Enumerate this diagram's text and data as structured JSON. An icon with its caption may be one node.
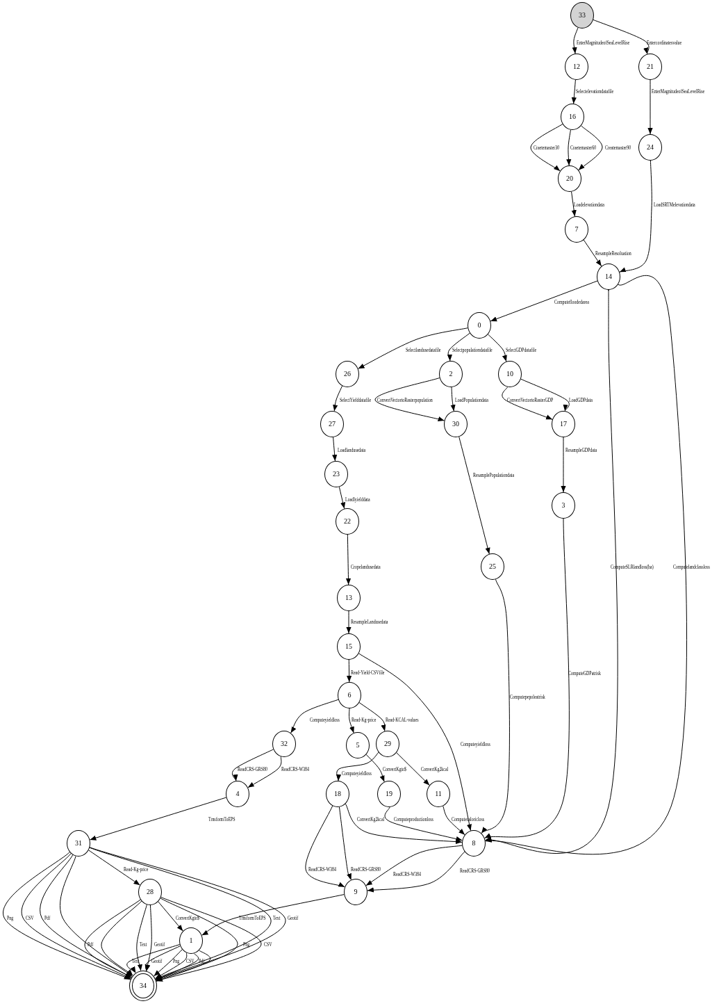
{
  "diagram": {
    "nodes": [
      {
        "text": [
          "33"
        ]
      },
      {
        "text": [
          "12"
        ]
      },
      {
        "text": [
          "21"
        ]
      },
      {
        "text": [
          "16"
        ]
      },
      {
        "text": [
          "24"
        ]
      },
      {
        "text": [
          "20"
        ]
      },
      {
        "text": [
          "7"
        ]
      },
      {
        "text": [
          "14"
        ]
      },
      {
        "text": [
          "0"
        ]
      },
      {
        "text": [
          "26"
        ]
      },
      {
        "text": [
          "2"
        ]
      },
      {
        "text": [
          "10"
        ]
      },
      {
        "text": [
          "27"
        ]
      },
      {
        "text": [
          "30"
        ]
      },
      {
        "text": [
          "17"
        ]
      },
      {
        "text": [
          "23"
        ]
      },
      {
        "text": [
          "3"
        ]
      },
      {
        "text": [
          "22"
        ]
      },
      {
        "text": [
          "25"
        ]
      },
      {
        "text": [
          "13"
        ]
      },
      {
        "text": [
          "15"
        ]
      },
      {
        "text": [
          "6"
        ]
      },
      {
        "text": [
          "32"
        ]
      },
      {
        "text": [
          "5"
        ]
      },
      {
        "text": [
          "29"
        ]
      },
      {
        "text": [
          "4"
        ]
      },
      {
        "text": [
          "18"
        ]
      },
      {
        "text": [
          "19"
        ]
      },
      {
        "text": [
          "11"
        ]
      },
      {
        "text": [
          "31"
        ]
      },
      {
        "text": [
          "8"
        ]
      },
      {
        "text": [
          "28"
        ]
      },
      {
        "text": [
          "9"
        ]
      },
      {
        "text": [
          "1"
        ]
      },
      {
        "text": [
          "34"
        ]
      }
    ],
    "edges": [
      {
        "from": 0,
        "to": 1,
        "arrow": "to",
        "label": "EnterMagnitudeofSeaLevelRise"
      },
      {
        "from": 0,
        "to": 2,
        "arrow": "to",
        "label": "Entercordinatesvalue"
      },
      {
        "from": 1,
        "to": 3,
        "arrow": "to",
        "label": "Selectelevationdatafile"
      },
      {
        "from": 2,
        "to": 4,
        "arrow": "to",
        "label": "EnterMagnitudeofSeaLevelRise"
      },
      {
        "from": 3,
        "to": 5,
        "arrow": "to",
        "label": "Craetemaster30"
      },
      {
        "from": 3,
        "to": 5,
        "arrow": "to",
        "label": "Craetemaster60"
      },
      {
        "from": 3,
        "to": 5,
        "arrow": "to",
        "label": "Createmaster90"
      },
      {
        "from": 5,
        "to": 6,
        "arrow": "to",
        "label": "Loadelevationdata"
      },
      {
        "from": 4,
        "to": 7,
        "arrow": "to",
        "label": "LoadSRTMelevationdata"
      },
      {
        "from": 6,
        "to": 7,
        "arrow": "to",
        "label": "ResampleResoluation"
      },
      {
        "from": 7,
        "to": 8,
        "arrow": "to",
        "label": "Computefloodedarea"
      },
      {
        "from": 8,
        "to": 9,
        "arrow": "to",
        "label": "Selectlandusedatafile"
      },
      {
        "from": 8,
        "to": 10,
        "arrow": "to",
        "label": "Selectpopulationdatafile"
      },
      {
        "from": 8,
        "to": 11,
        "arrow": "to",
        "label": "SelectGDPdatafile"
      },
      {
        "from": 9,
        "to": 12,
        "arrow": "to",
        "label": "SelectYielddatafile"
      },
      {
        "from": 10,
        "to": 13,
        "arrow": "to",
        "label": "ConvertVectortoRasterpopulation"
      },
      {
        "from": 10,
        "to": 13,
        "arrow": "to",
        "label": "LoadPopulationdata"
      },
      {
        "from": 11,
        "to": 14,
        "arrow": "to",
        "label": "ConvertVectortoRasterGDP"
      },
      {
        "from": 11,
        "to": 14,
        "arrow": "to",
        "label": "LoadGDPdata"
      },
      {
        "from": 12,
        "to": 15,
        "arrow": "to",
        "label": "Loadlandusedata"
      },
      {
        "from": 13,
        "to": 18,
        "arrow": "to",
        "label": "ResamplePopulationdata"
      },
      {
        "from": 14,
        "to": 16,
        "arrow": "to",
        "label": "ResampleGDPdata"
      },
      {
        "from": 15,
        "to": 17,
        "arrow": "to",
        "label": "Loadlyielddata"
      },
      {
        "from": 16,
        "to": 30,
        "arrow": "to",
        "label": "ComputeGDPatrisk"
      },
      {
        "from": 17,
        "to": 19,
        "arrow": "to",
        "label": "Cropelandusedata"
      },
      {
        "from": 18,
        "to": 30,
        "arrow": "to",
        "label": "Computepepoleatrisk"
      },
      {
        "from": 7,
        "to": 30,
        "arrow": "to",
        "label": "ComputeSLRlandloss(ha)"
      },
      {
        "from": 7,
        "to": 30,
        "arrow": "to",
        "label": "Computelandclassloss"
      },
      {
        "from": 19,
        "to": 20,
        "arrow": "to",
        "label": "ResampleLandusedata"
      },
      {
        "from": 20,
        "to": 21,
        "arrow": "to",
        "label": "Read-Yield-CSVfile"
      },
      {
        "from": 20,
        "to": 30,
        "arrow": "to",
        "label": "Computeyieldloss"
      },
      {
        "from": 21,
        "to": 22,
        "arrow": "to",
        "label": "Computeyieldloss"
      },
      {
        "from": 21,
        "to": 23,
        "arrow": "to",
        "label": "Read-Kg-price"
      },
      {
        "from": 21,
        "to": 24,
        "arrow": "to",
        "label": "Read-KCAL-values"
      },
      {
        "from": 22,
        "to": 25,
        "arrow": "to",
        "label": "ReadCRS-GRS80"
      },
      {
        "from": 22,
        "to": 25,
        "arrow": "to",
        "label": "ReadCRS-W384"
      },
      {
        "from": 24,
        "to": 26,
        "arrow": "to",
        "label": "Computeyieldloss"
      },
      {
        "from": 23,
        "to": 27,
        "arrow": "to",
        "label": "ConvertKgto$"
      },
      {
        "from": 24,
        "to": 28,
        "arrow": "to",
        "label": "ConvertKg2kcal"
      },
      {
        "from": 26,
        "to": 30,
        "arrow": "to",
        "label": "ConvertKg2kcal"
      },
      {
        "from": 27,
        "to": 30,
        "arrow": "to",
        "label": "Computeproductionloss"
      },
      {
        "from": 28,
        "to": 30,
        "arrow": "to",
        "label": "Computecaloricloss"
      },
      {
        "from": 26,
        "to": 32,
        "arrow": "to",
        "label": "ReadCRS-W384"
      },
      {
        "from": 26,
        "to": 32,
        "arrow": "to",
        "label": "ReadCRS-GRS80"
      },
      {
        "from": 30,
        "to": 32,
        "arrow": "to",
        "label": "ReadCRS-W384"
      },
      {
        "from": 30,
        "to": 32,
        "arrow": "to",
        "label": "ReadCRS-GRS80"
      },
      {
        "from": 25,
        "to": 29,
        "arrow": "to",
        "label": "TrnsformToEPS"
      },
      {
        "from": 29,
        "to": 31,
        "arrow": "to",
        "label": "Read-Kg-price"
      },
      {
        "from": 32,
        "to": 33,
        "arrow": "to",
        "label": "TrnsformToEPS"
      },
      {
        "from": 31,
        "to": 33,
        "arrow": "to",
        "label": "ConvertKgto$"
      },
      {
        "from": 29,
        "to": 34,
        "arrow": "to",
        "label": "Png"
      },
      {
        "from": 29,
        "to": 34,
        "arrow": "to",
        "label": "CSV"
      },
      {
        "from": 29,
        "to": 34,
        "arrow": "to",
        "label": "Pdf"
      },
      {
        "from": 29,
        "to": 34,
        "arrow": "to"
      },
      {
        "from": 29,
        "to": 34,
        "arrow": "to",
        "label": "Text"
      },
      {
        "from": 29,
        "to": 34,
        "arrow": "to",
        "label": "Geotif"
      },
      {
        "from": 31,
        "to": 34,
        "arrow": "to",
        "label": "Pdf"
      },
      {
        "from": 31,
        "to": 34,
        "arrow": "to"
      },
      {
        "from": 31,
        "to": 34,
        "arrow": "to",
        "label": "Text"
      },
      {
        "from": 31,
        "to": 34,
        "arrow": "to",
        "label": "Geotif"
      },
      {
        "from": 31,
        "to": 34,
        "arrow": "to",
        "label": "Png"
      },
      {
        "from": 31,
        "to": 34,
        "arrow": "to",
        "label": "CSV"
      },
      {
        "from": 33,
        "to": 34,
        "arrow": "to",
        "label": "Text"
      },
      {
        "from": 33,
        "to": 34,
        "arrow": "to",
        "label": "Geotif"
      },
      {
        "from": 33,
        "to": 34,
        "arrow": "to",
        "label": "Png"
      },
      {
        "from": 33,
        "to": 34,
        "arrow": "to",
        "label": "CSV"
      },
      {
        "from": 33,
        "to": 34,
        "arrow": "to",
        "label": "Pdf"
      },
      {
        "from": 33,
        "to": 34,
        "arrow": "to"
      }
    ]
  }
}
